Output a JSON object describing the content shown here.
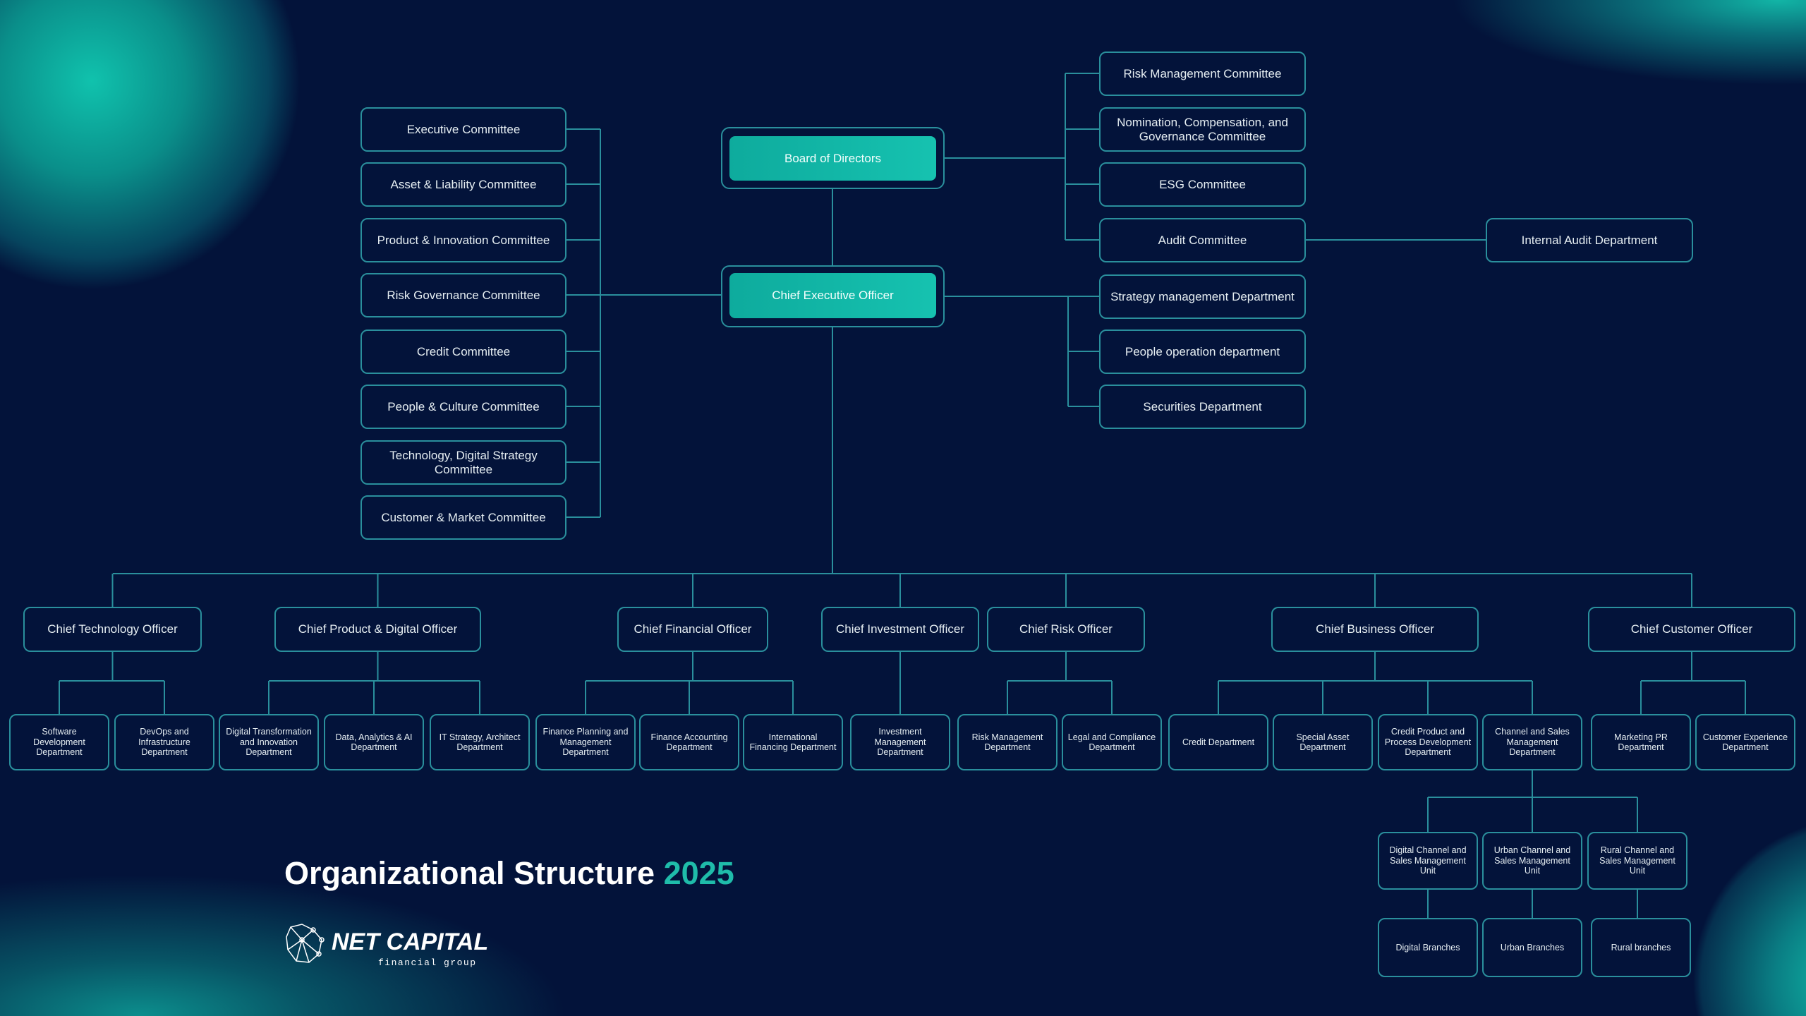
{
  "title": {
    "text": "Organizational Structure",
    "year": "2025"
  },
  "logo": {
    "name": "NET CAPITAL",
    "tagline": "financial group"
  },
  "board": "Board of Directors",
  "ceo": "Chief Executive Officer",
  "left_committees": [
    "Executive Committee",
    "Asset & Liability Committee",
    "Product & Innovation Committee",
    "Risk Governance Committee",
    "Credit Committee",
    "People & Culture Committee",
    "Technology, Digital Strategy Committee",
    "Customer & Market Committee"
  ],
  "board_committees": [
    "Risk Management Committee",
    "Nomination, Compensation, and Governance Committee",
    "ESG Committee",
    "Audit Committee"
  ],
  "internal_audit": "Internal Audit Department",
  "ceo_departments": [
    "Strategy management Department",
    "People operation department",
    "Securities Department"
  ],
  "chiefs": [
    {
      "label": "Chief Technology Officer",
      "departments": [
        "Software Development Department",
        "DevOps and Infrastructure Department"
      ]
    },
    {
      "label": "Chief Product & Digital Officer",
      "departments": [
        "Digital Transformation and Innovation Department",
        "Data, Analytics & AI Department",
        "IT Strategy, Architect Department"
      ]
    },
    {
      "label": "Chief Financial Officer",
      "departments": [
        "Finance Planning and Management Department",
        "Finance Accounting Department",
        "International Financing Department"
      ]
    },
    {
      "label": "Chief Investment Officer",
      "departments": [
        "Investment Management Department"
      ]
    },
    {
      "label": "Chief Risk Officer",
      "departments": [
        "Risk Management Department",
        "Legal and Compliance Department"
      ]
    },
    {
      "label": "Chief Business Officer",
      "departments": [
        "Credit Department",
        "Special Asset Department",
        "Credit Product and Process Development Department",
        "Channel and Sales Management Department"
      ]
    },
    {
      "label": "Chief Customer Officer",
      "departments": [
        "Marketing PR Department",
        "Customer Experience Department"
      ]
    }
  ],
  "channel_units": [
    {
      "label": "Digital Channel and Sales Management Unit",
      "branch": "Digital Branches"
    },
    {
      "label": "Urban Channel and Sales Management Unit",
      "branch": "Urban Branches"
    },
    {
      "label": "Rural Channel and Sales Management Unit",
      "branch": "Rural branches"
    }
  ],
  "colors": {
    "background": "#03133a",
    "accent": "#1fbcaa",
    "line": "#2a8f9c"
  }
}
